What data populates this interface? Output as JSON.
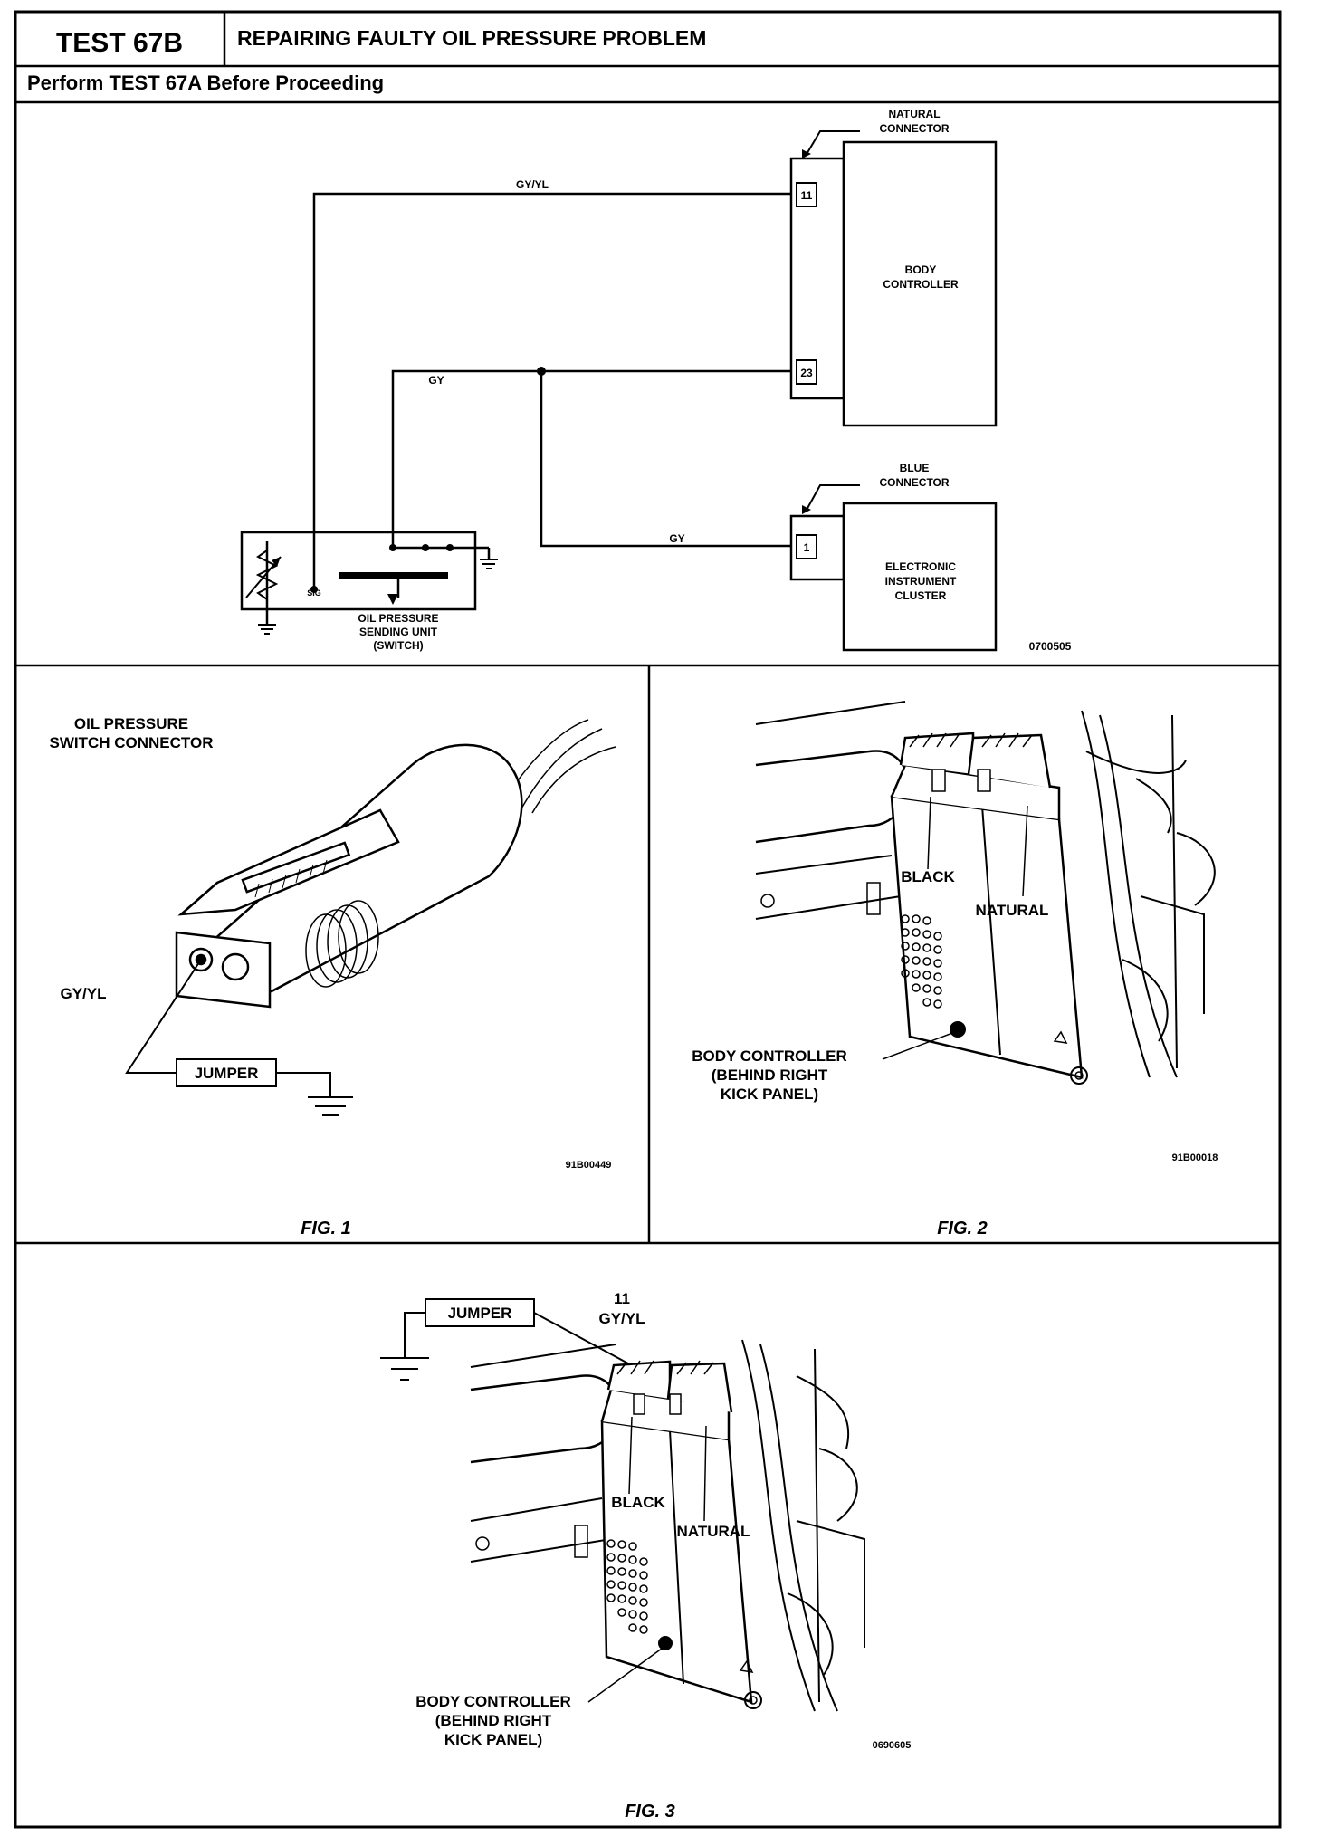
{
  "header": {
    "test_id": "TEST 67B",
    "title": "REPAIRING FAULTY OIL PRESSURE PROBLEM",
    "subtitle": "Perform TEST 67A Before Proceeding"
  },
  "schematic": {
    "natural_connector_l1": "NATURAL",
    "natural_connector_l2": "CONNECTOR",
    "body_controller_l1": "BODY",
    "body_controller_l2": "CONTROLLER",
    "wire_gyyl": "GY/YL",
    "wire_gy_upper": "GY",
    "wire_gy_lower": "GY",
    "pin_11": "11",
    "pin_23": "23",
    "pin_1": "1",
    "blue_connector_l1": "BLUE",
    "blue_connector_l2": "CONNECTOR",
    "cluster_l1": "ELECTRONIC",
    "cluster_l2": "INSTRUMENT",
    "cluster_l3": "CLUSTER",
    "sending_unit_l1": "OIL PRESSURE",
    "sending_unit_l2": "SENDING UNIT",
    "sending_unit_l3": "(SWITCH)",
    "sending_unit_terminal": "SIG",
    "figure_code": "0700505"
  },
  "fig1": {
    "title_l1": "OIL PRESSURE",
    "title_l2": "SWITCH CONNECTOR",
    "wire": "GY/YL",
    "jumper": "JUMPER",
    "figure_code": "91B00449",
    "caption": "FIG. 1"
  },
  "fig2": {
    "black": "BLACK",
    "natural": "NATURAL",
    "body_l1": "BODY CONTROLLER",
    "body_l2": "(BEHIND RIGHT",
    "body_l3": "KICK PANEL)",
    "figure_code": "91B00018",
    "caption": "FIG. 2"
  },
  "fig3": {
    "jumper": "JUMPER",
    "pin": "11",
    "wire": "GY/YL",
    "black": "BLACK",
    "natural": "NATURAL",
    "body_l1": "BODY CONTROLLER",
    "body_l2": "(BEHIND RIGHT",
    "body_l3": "KICK PANEL)",
    "figure_code": "0690605",
    "caption": "FIG. 3"
  }
}
